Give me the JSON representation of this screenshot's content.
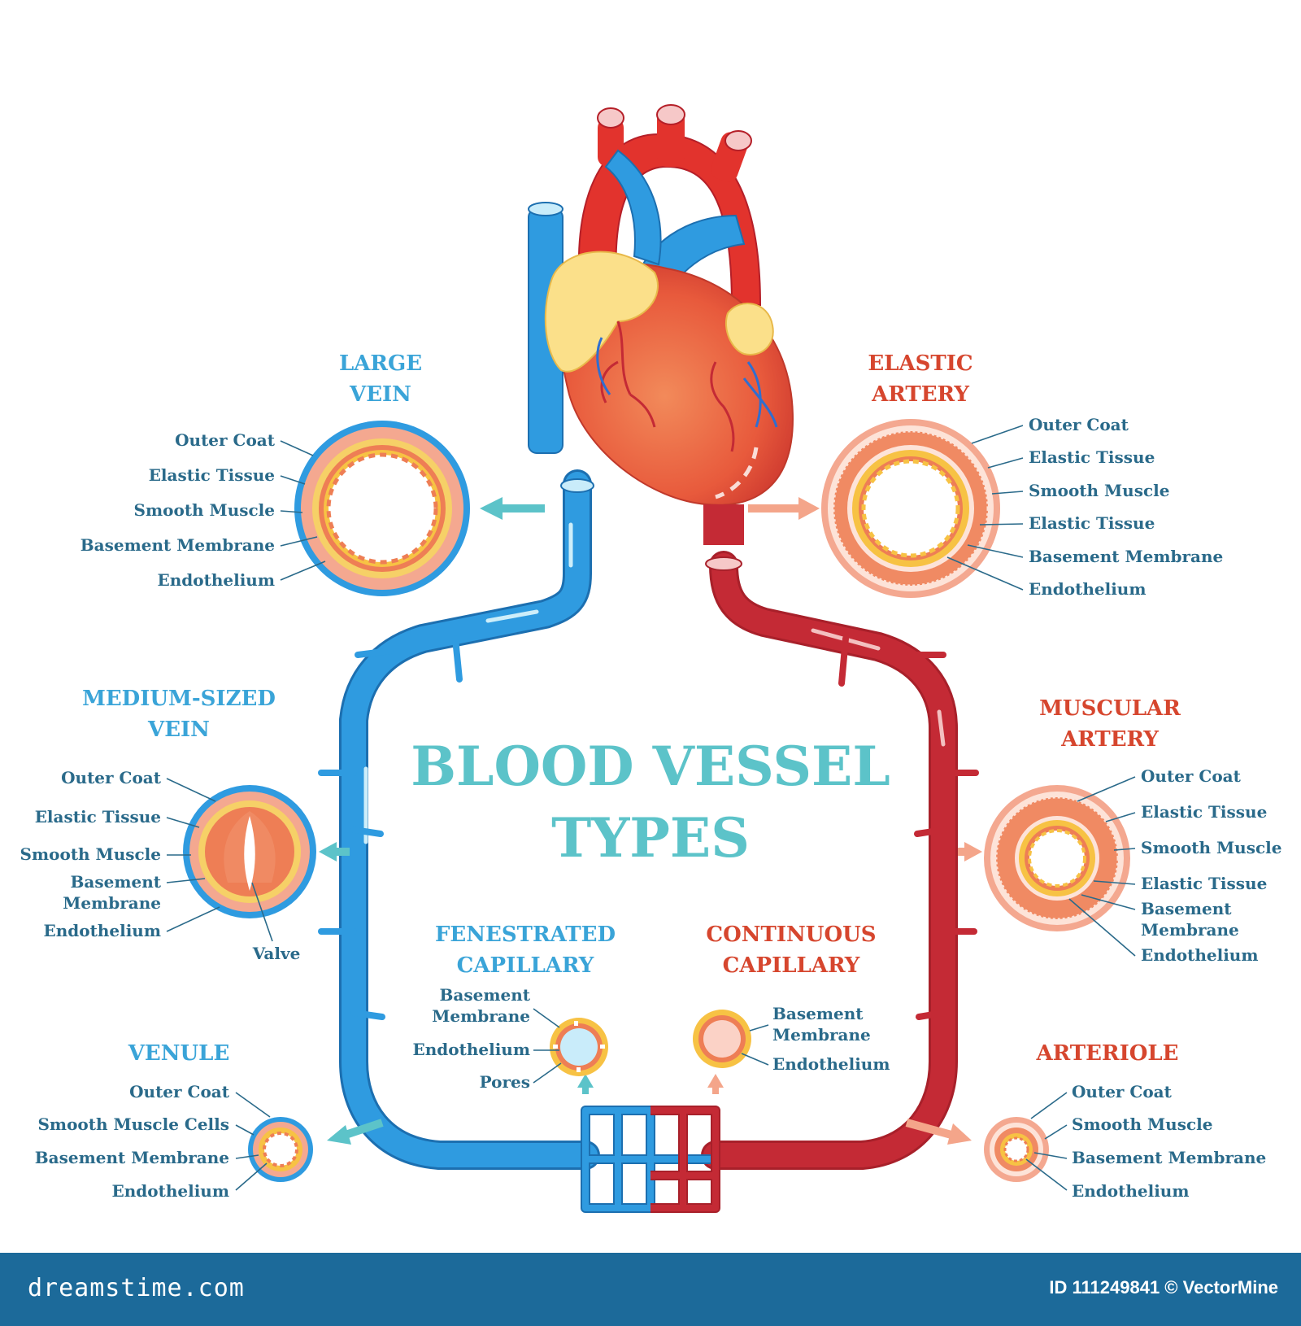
{
  "title": {
    "line1": "BLOOD VESSEL",
    "line2": "TYPES"
  },
  "vessels": {
    "large_vein": {
      "title1": "LARGE",
      "title2": "VEIN",
      "labels": [
        "Outer Coat",
        "Elastic Tissue",
        "Smooth Muscle",
        "Basement Membrane",
        "Endothelium"
      ]
    },
    "medium_vein": {
      "title1": "MEDIUM-SIZED",
      "title2": "VEIN",
      "labels": [
        "Outer Coat",
        "Elastic Tissue",
        "Smooth Muscle",
        "Basement",
        "Membrane",
        "Endothelium",
        "Valve"
      ]
    },
    "venule": {
      "title1": "VENULE",
      "labels": [
        "Outer Coat",
        "Smooth Muscle Cells",
        "Basement Membrane",
        "Endothelium"
      ]
    },
    "elastic_artery": {
      "title1": "ELASTIC",
      "title2": "ARTERY",
      "labels": [
        "Outer Coat",
        "Elastic Tissue",
        "Smooth Muscle",
        "Elastic Tissue",
        "Basement Membrane",
        "Endothelium"
      ]
    },
    "muscular_artery": {
      "title1": "MUSCULAR",
      "title2": "ARTERY",
      "labels": [
        "Outer Coat",
        "Elastic Tissue",
        "Smooth Muscle",
        "Elastic Tissue",
        "Basement",
        "Membrane",
        "Endothelium"
      ]
    },
    "arteriole": {
      "title1": "ARTERIOLE",
      "labels": [
        "Outer Coat",
        "Smooth Muscle",
        "Basement Membrane",
        "Endothelium"
      ]
    },
    "fenestrated": {
      "title1": "FENESTRATED",
      "title2": "CAPILLARY",
      "labels": [
        "Basement",
        "Membrane",
        "Endothelium",
        "Pores"
      ]
    },
    "continuous": {
      "title1": "CONTINUOUS",
      "title2": "CAPILLARY",
      "labels": [
        "Basement",
        "Membrane",
        "Endothelium"
      ]
    }
  },
  "footer": {
    "left": "dreamstime.com",
    "right": "ID 111249841 © VectorMine"
  },
  "colors": {
    "vein": "#2f9be0",
    "artery": "#c42a35",
    "title": "#5cc3c9",
    "label": "#2a6a8a",
    "footer": "#1c6a9a"
  }
}
